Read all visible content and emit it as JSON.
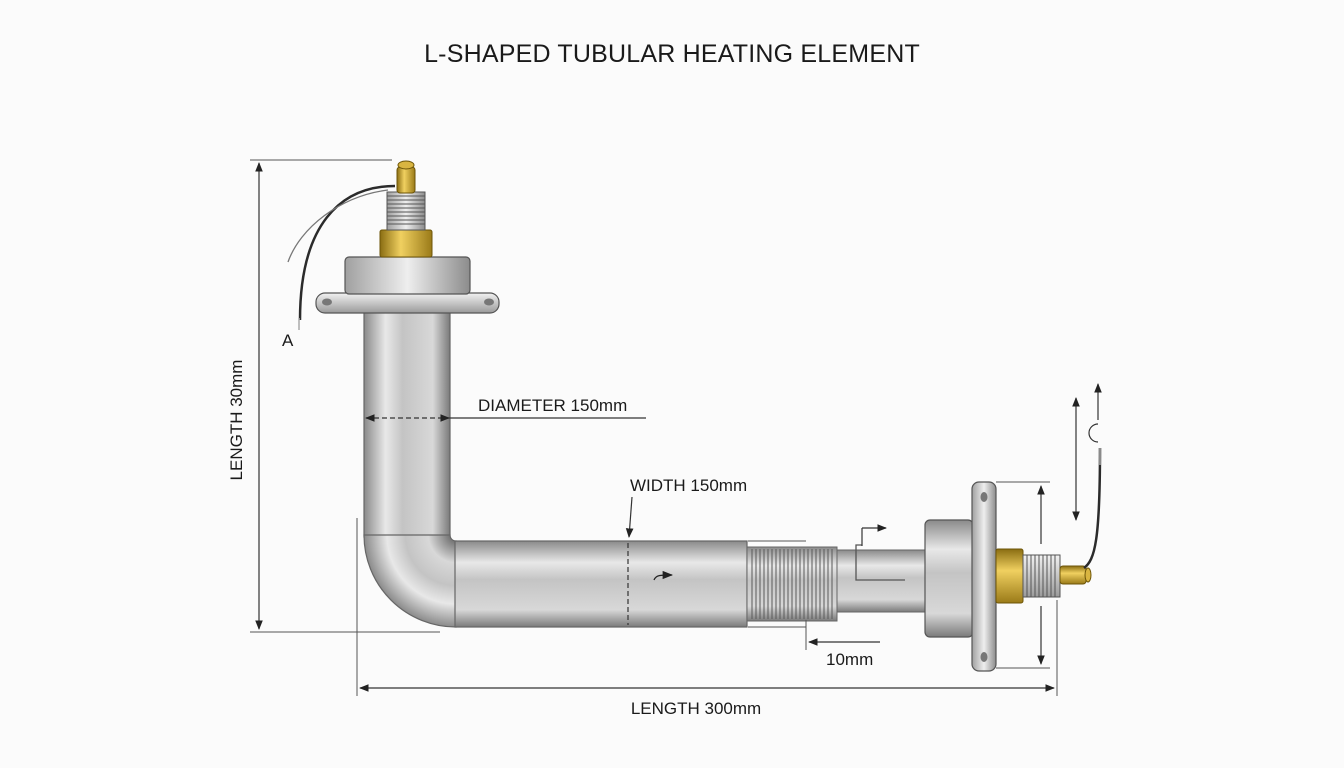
{
  "title": "L-SHAPED TUBULAR HEATING ELEMENT",
  "labels": {
    "point_a": "A",
    "vertical_length": "LENGTH 30mm",
    "diameter": "DIAMETER 150mm",
    "width": "WIDTH 150mm",
    "gap": "10mm",
    "horizontal_length": "LENGTH 300mm"
  },
  "colors": {
    "steel_light": "#e6e6e6",
    "steel_mid": "#bdbdbd",
    "steel_dark": "#7d7d7d",
    "brass": "#c9a227",
    "brass_dark": "#8a6d12",
    "wire": "#2b2b2b",
    "background": "#fbfbfb"
  }
}
